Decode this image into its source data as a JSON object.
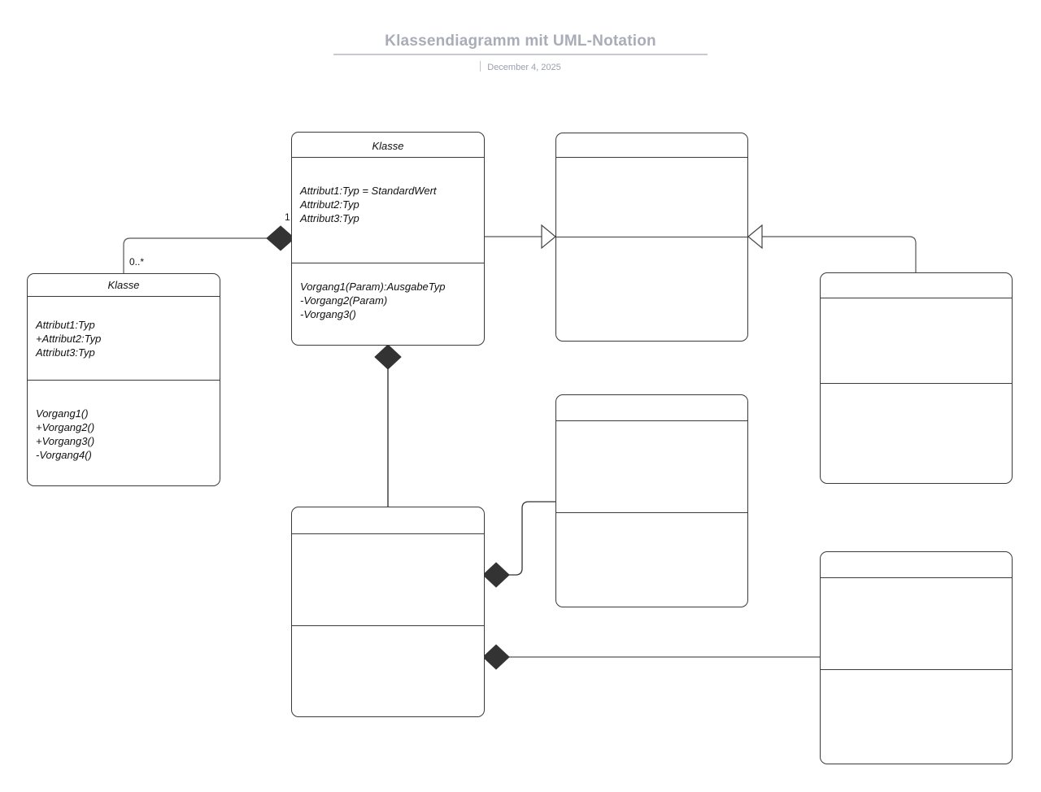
{
  "header": {
    "title": "Klassendiagramm mit UML-Notation",
    "date": "December 4, 2025"
  },
  "diagram": {
    "type": "uml-class-diagram",
    "classes": [
      {
        "id": "klasse-center",
        "name": "Klasse",
        "attributes": [
          "Attribut1:Typ = StandardWert",
          "Attribut2:Typ",
          "Attribut3:Typ"
        ],
        "operations": [
          "Vorgang1(Param):AusgabeTyp",
          "-Vorgang2(Param)",
          "-Vorgang3()"
        ]
      },
      {
        "id": "klasse-left",
        "name": "Klasse",
        "attributes": [
          "Attribut1:Typ",
          "+Attribut2:Typ",
          "Attribut3:Typ"
        ],
        "operations": [
          "Vorgang1()",
          "+Vorgang2()",
          "+Vorgang3()",
          "-Vorgang4()"
        ]
      },
      {
        "id": "box-top-right",
        "name": "",
        "attributes": [],
        "operations": []
      },
      {
        "id": "box-far-right",
        "name": "",
        "attributes": [],
        "operations": []
      },
      {
        "id": "box-bottom-center",
        "name": "",
        "attributes": [],
        "operations": []
      },
      {
        "id": "box-middle-right",
        "name": "",
        "attributes": [],
        "operations": []
      },
      {
        "id": "box-bottom-right",
        "name": "",
        "attributes": [],
        "operations": []
      }
    ],
    "multiplicities": {
      "composition_left_source": "1",
      "composition_left_target": "0..*"
    },
    "relationships": [
      {
        "type": "composition",
        "from": "klasse-center",
        "to": "klasse-left",
        "source_multiplicity": "1",
        "target_multiplicity": "0..*"
      },
      {
        "type": "generalization",
        "from": "klasse-center",
        "to": "box-top-right"
      },
      {
        "type": "generalization",
        "from": "box-far-right",
        "to": "box-top-right"
      },
      {
        "type": "composition",
        "from": "klasse-center",
        "to": "box-bottom-center"
      },
      {
        "type": "composition",
        "from": "box-bottom-center",
        "to": "box-middle-right"
      },
      {
        "type": "composition",
        "from": "box-bottom-center",
        "to": "box-bottom-right"
      }
    ]
  },
  "colors": {
    "title": "#a9adb8",
    "rule": "#c7cad3",
    "date": "#9aa0ab",
    "stroke": "#3a3a3a",
    "fill": "#ffffff",
    "diamond": "#333333"
  }
}
